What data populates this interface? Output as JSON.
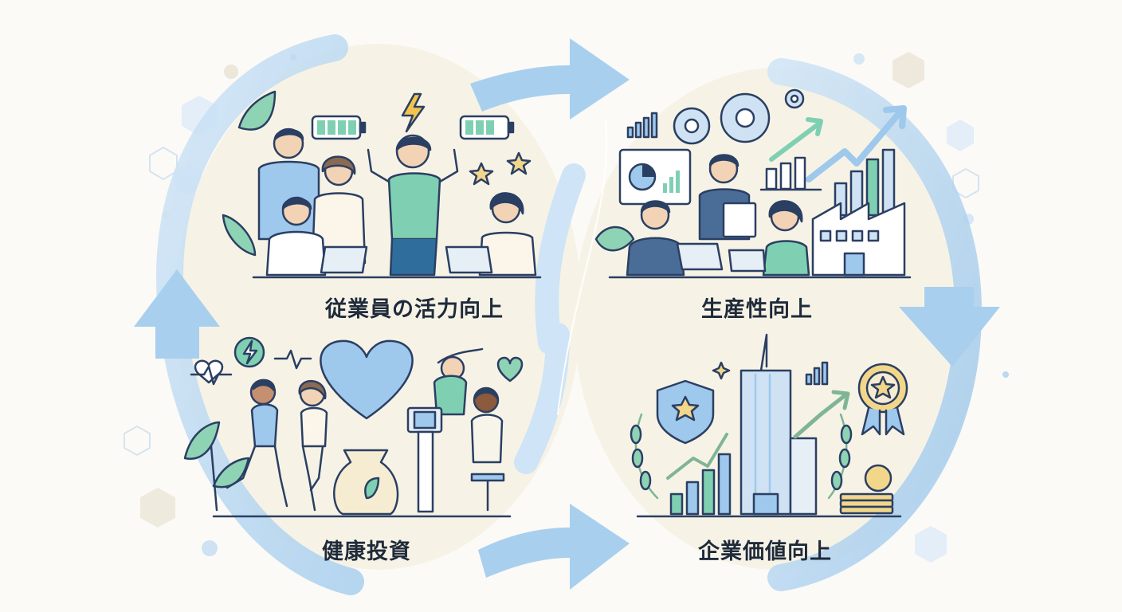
{
  "diagram": {
    "quadrants": [
      {
        "id": "vitality",
        "label": "従業員の活力向上",
        "icon": "energized-employees-icon"
      },
      {
        "id": "productivity",
        "label": "生産性向上",
        "icon": "business-growth-icon"
      },
      {
        "id": "health",
        "label": "健康投資",
        "icon": "health-investment-icon"
      },
      {
        "id": "value",
        "label": "企業価値向上",
        "icon": "corporate-value-icon"
      }
    ],
    "flow": [
      "健康投資",
      "従業員の活力向上",
      "生産性向上",
      "企業価値向上"
    ],
    "colors": {
      "background": "#fbfaf6",
      "circle_fill": "#f6f3e6",
      "arrow": "#a9cfee",
      "arrow_dark": "#8dbde6",
      "accent_green": "#7fd0b2",
      "navy": "#2b3f63",
      "gold": "#f2d68a"
    }
  }
}
